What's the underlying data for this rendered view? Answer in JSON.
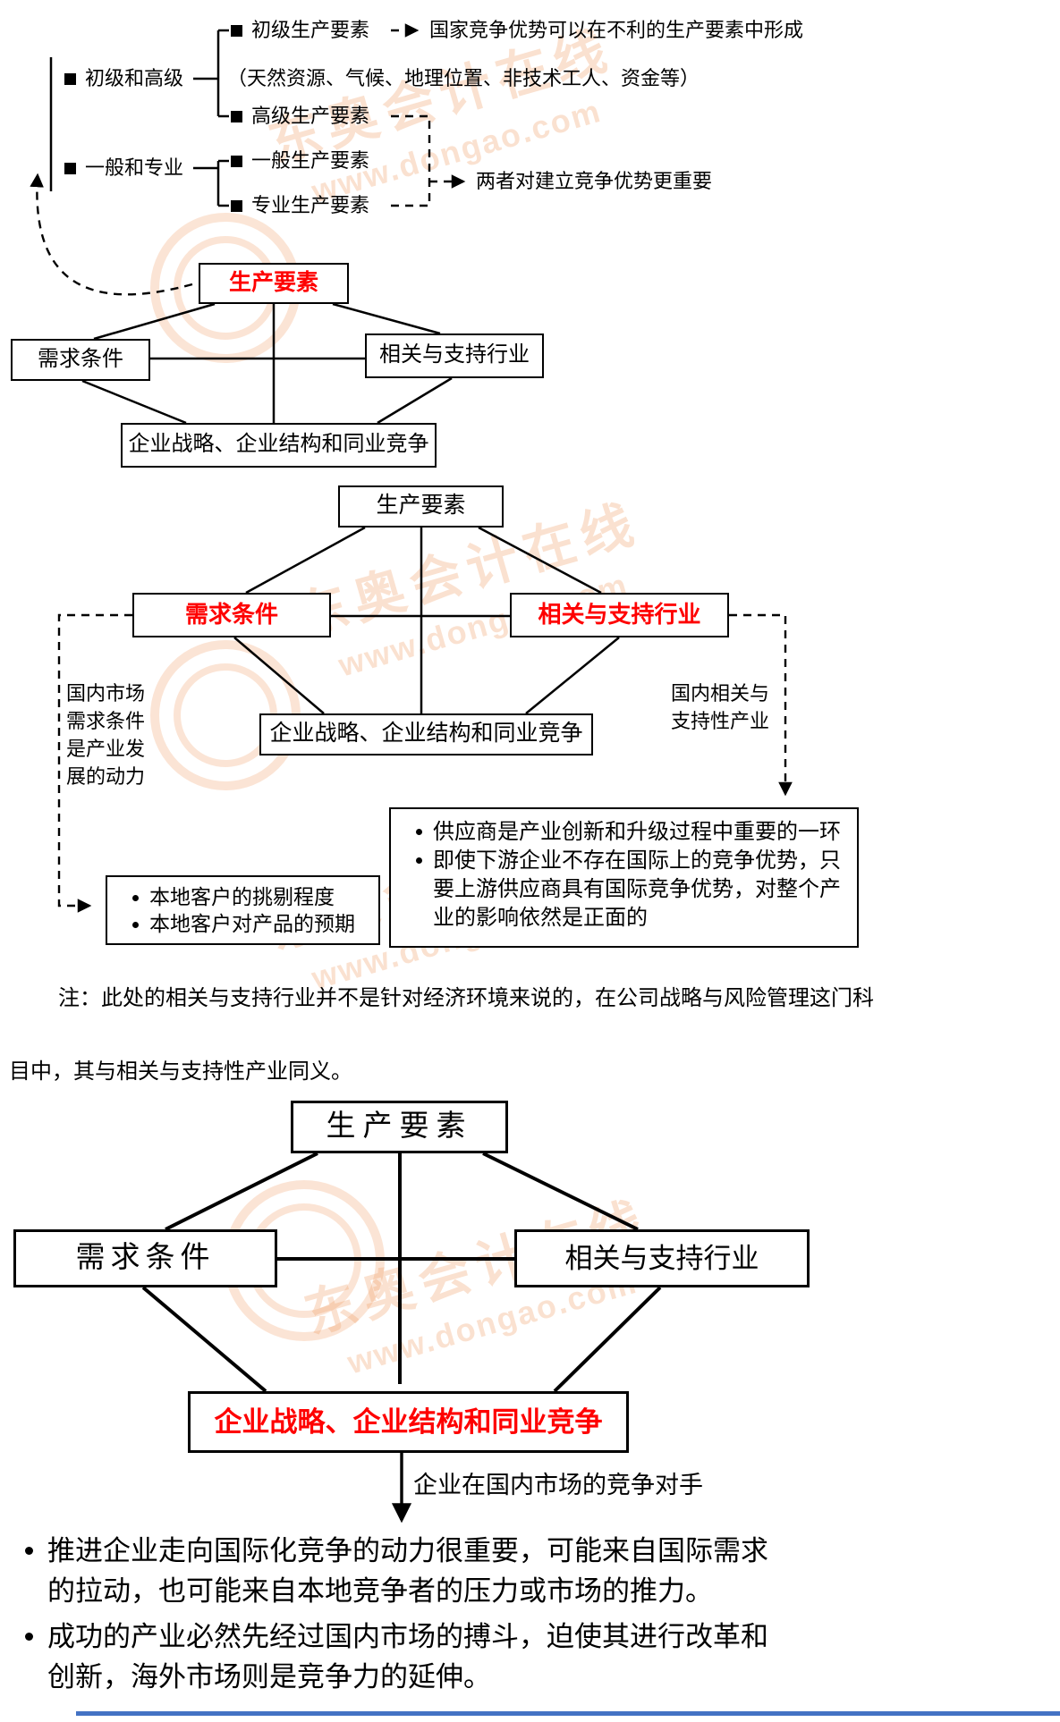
{
  "watermark": {
    "brand": "东奥会计在线",
    "url": "www.dongao.com",
    "color": "#f0975a"
  },
  "factor_tree": {
    "groups": [
      {
        "label": "初级和高级"
      },
      {
        "label": "一般和专业"
      }
    ],
    "leaves": [
      {
        "label": "初级生产要素"
      },
      {
        "label": "高级生产要素"
      },
      {
        "label": "一般生产要素"
      },
      {
        "label": "专业生产要素"
      }
    ],
    "examples": "（天然资源、气候、地理位置、非技术工人、资金等）",
    "primary_note": "国家竞争优势可以在不利的生产要素中形成",
    "advanced_note": "两者对建立竞争优势更重要"
  },
  "diamond_small": {
    "top": "生产要素",
    "left": "需求条件",
    "right": "相关与支持行业",
    "bottom": "企业战略、企业结构和同业竞争"
  },
  "diamond_mid": {
    "top": "生产要素",
    "left": "需求条件",
    "right": "相关与支持行业",
    "bottom": "企业战略、企业结构和同业竞争",
    "left_note_lines": [
      "国内市场",
      "需求条件",
      "是产业发",
      "展的动力"
    ],
    "left_box_items": [
      "本地客户的挑剔程度",
      "本地客户对产品的预期"
    ],
    "right_note_lines": [
      "国内相关与",
      "支持性产业"
    ],
    "right_box_items": [
      "供应商是产业创新和升级过程中重要的一环",
      "即使下游企业不存在国际上的竞争优势，只要上游供应商具有国际竞争优势，对整个产业的影响依然是正面的"
    ]
  },
  "note": {
    "line1": "注：此处的相关与支持行业并不是针对经济环境来说的，在公司战略与风险管理这门科",
    "line2": "目中，其与相关与支持性产业同义。"
  },
  "diamond_large": {
    "top": "生产要素",
    "left": "需求条件",
    "right": "相关与支持行业",
    "bottom": "企业战略、企业结构和同业竞争",
    "arrow_label": "企业在国内市场的竞争对手",
    "takeaways": [
      "推进企业走向国际化竞争的动力很重要，可能来自国际需求的拉动，也可能来自本地竞争者的压力或市场的推力。",
      "成功的产业必然先经过国内市场的搏斗，迫使其进行改革和创新，海外市场则是竞争力的延伸。"
    ]
  },
  "colors": {
    "accent_red": "#fe0000",
    "bottom_rule_blue": "#4472c4",
    "watermark_orange": "#f0975a"
  }
}
